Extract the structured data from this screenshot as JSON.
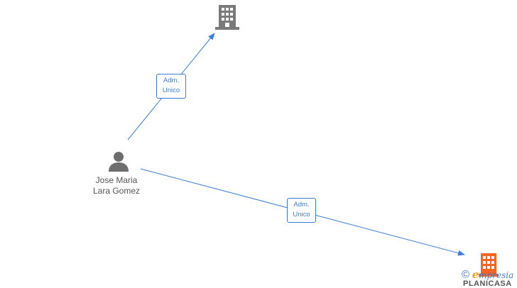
{
  "colors": {
    "edge": "#3b7dd8",
    "company_gray": "#7a7a7a",
    "company_highlight": "#f26522",
    "person": "#6e6e6e"
  },
  "person": {
    "icon": "person-icon",
    "name_line1": "Jose Maria",
    "name_line2": "Lara Gomez"
  },
  "companies": [
    {
      "icon": "building-icon",
      "highlighted": false
    },
    {
      "icon": "building-icon",
      "highlighted": true,
      "label_fragment": "PLANICASA"
    }
  ],
  "edges": [
    {
      "from": "person",
      "to": "company-1",
      "label_line1": "Adm.",
      "label_line2": "Unico"
    },
    {
      "from": "person",
      "to": "company-2",
      "label_line1": "Adm.",
      "label_line2": "Unico"
    }
  ],
  "watermark": {
    "symbol": "©",
    "brand_e": "e",
    "brand_rest": "mpresia"
  }
}
